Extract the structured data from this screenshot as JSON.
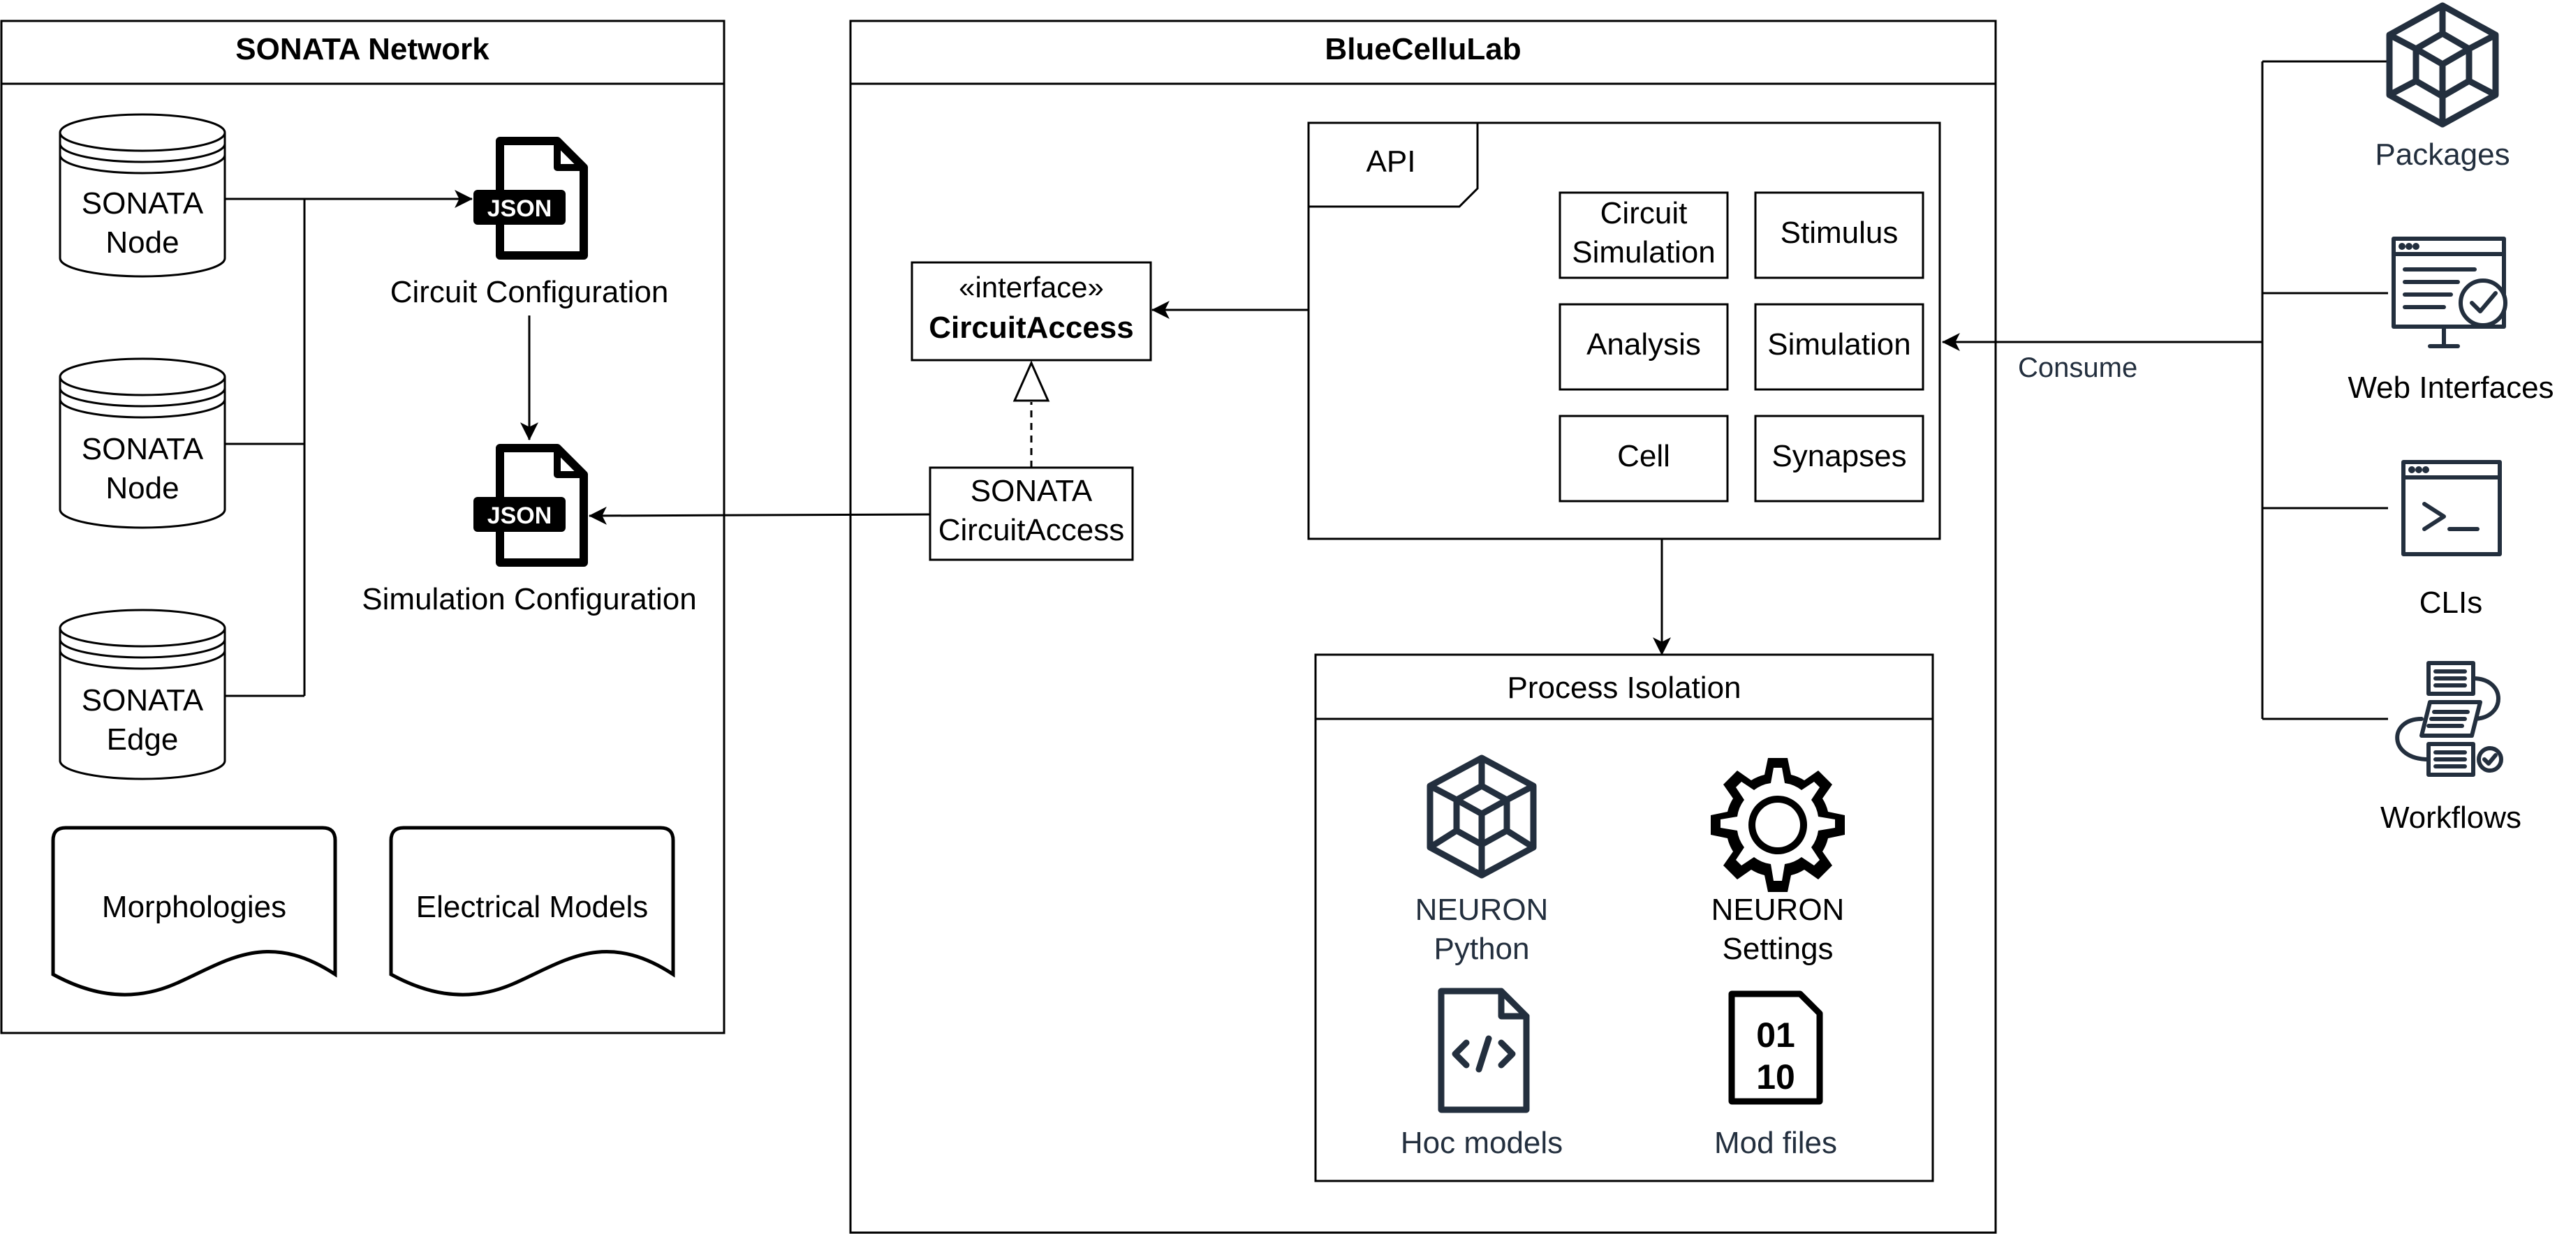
{
  "sonata_network": {
    "title": "SONATA Network",
    "node1": [
      "SONATA",
      "Node"
    ],
    "node2": [
      "SONATA",
      "Node"
    ],
    "edge": [
      "SONATA",
      "Edge"
    ],
    "circuit_config_label": "Circuit Configuration",
    "simulation_config_label": "Simulation Configuration",
    "json_badge": "JSON",
    "morphologies": "Morphologies",
    "electrical_models": "Electrical Models"
  },
  "bluecellulab": {
    "title": "BlueCelluLab",
    "interface_stereotype": "«interface»",
    "interface_name": "CircuitAccess",
    "sonata_access": [
      "SONATA",
      "CircuitAccess"
    ],
    "api": {
      "label": "API",
      "modules": [
        [
          "Circuit",
          "Simulation"
        ],
        [
          "Stimulus"
        ],
        [
          "Analysis"
        ],
        [
          "Simulation"
        ],
        [
          "Cell"
        ],
        [
          "Synapses"
        ]
      ]
    },
    "process_isolation": {
      "title": "Process Isolation",
      "neuron_python": [
        "NEURON",
        "Python"
      ],
      "neuron_settings": [
        "NEURON",
        "Settings"
      ],
      "hoc_models": "Hoc models",
      "mod_files": "Mod files",
      "mod_glyph": [
        "01",
        "10"
      ]
    }
  },
  "consumers": {
    "edge_label": "Consume",
    "packages": "Packages",
    "web_interfaces": "Web Interfaces",
    "clis": "CLIs",
    "workflows": "Workflows"
  },
  "colors": {
    "stroke": "#000000",
    "icon_dark": "#232f3e",
    "icon_label_blue": "#232f3e"
  }
}
